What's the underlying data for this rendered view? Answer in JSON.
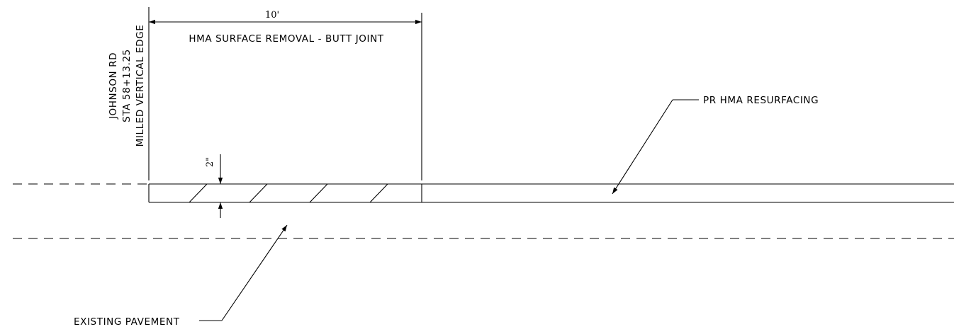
{
  "labels": {
    "station_line1": "JOHNSON RD",
    "station_line2": "STA 58+13.25",
    "station_line3": "MILLED VERTICAL EDGE",
    "removal_label": "HMA SURFACE REMOVAL - BUTT JOINT",
    "removal_length": "10'",
    "depth": "2\"",
    "resurfacing": "PR HMA RESURFACING",
    "existing": "EXISTING PAVEMENT"
  }
}
